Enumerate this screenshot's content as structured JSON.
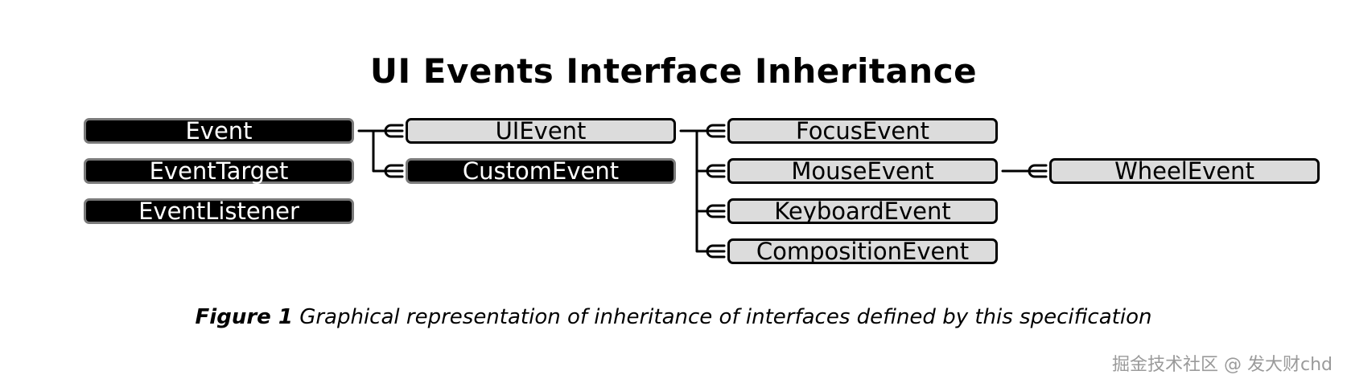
{
  "title": "UI Events Interface Inheritance",
  "nodes": {
    "event": "Event",
    "event_target": "EventTarget",
    "event_listener": "EventListener",
    "ui_event": "UIEvent",
    "custom_event": "CustomEvent",
    "focus_event": "FocusEvent",
    "mouse_event": "MouseEvent",
    "keyboard_event": "KeyboardEvent",
    "composition_event": "CompositionEvent",
    "wheel_event": "WheelEvent"
  },
  "edges": [
    [
      "Event",
      "UIEvent"
    ],
    [
      "Event",
      "CustomEvent"
    ],
    [
      "UIEvent",
      "FocusEvent"
    ],
    [
      "UIEvent",
      "MouseEvent"
    ],
    [
      "UIEvent",
      "KeyboardEvent"
    ],
    [
      "UIEvent",
      "CompositionEvent"
    ],
    [
      "MouseEvent",
      "WheelEvent"
    ]
  ],
  "caption": {
    "label": "Figure 1",
    "text": "Graphical representation of inheritance of interfaces defined by this specification"
  },
  "watermark": "掘金技术社区 @ 发大财chd",
  "colors": {
    "dark_node_fill": "#000000",
    "dark_node_border": "#7a7a7a",
    "light_node_fill": "#dcdcdc",
    "light_node_border": "#000000"
  }
}
